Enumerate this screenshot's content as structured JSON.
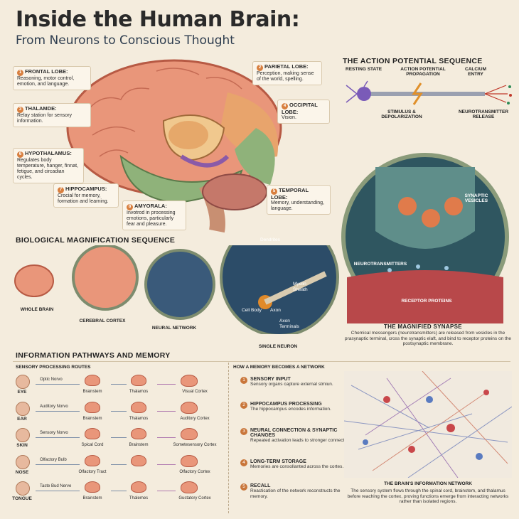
{
  "title": "Inside the Human Brain:",
  "subtitle": "From Neurons to Conscious Thought",
  "brain_labels": {
    "frontal": {
      "num": "1",
      "title": "FRONTAL LOBE:",
      "text": "Reasoning, motor control, emotion, and language."
    },
    "parietal": {
      "num": "2",
      "title": "PARIETAL LOBE:",
      "text": "Perception, making sense of the world, spelling."
    },
    "thalamus": {
      "num": "3",
      "title": "THALAMDE:",
      "text": "Relay station for sensory information."
    },
    "occipital": {
      "num": "4",
      "title": "OCCIPITAL LOBE:",
      "text": "Vision."
    },
    "hypothalamus": {
      "num": "6",
      "title": "HYPOTHALAMUS:",
      "text": "Regulates body temperature, hanger, finnat, fetigue, and circadian cycles."
    },
    "hippocampus": {
      "num": "7",
      "title": "HIPPOCAMPUS:",
      "text": "Crocial for memory, formation and learning."
    },
    "temporal": {
      "num": "5",
      "title": "TEMPORAL LOBE:",
      "text": "Memory, understanding, language."
    },
    "amygdala": {
      "num": "8",
      "title": "AMYORALA:",
      "text": "Invotrod in processing emotions, particularly fear and pleasure."
    }
  },
  "action_potential": {
    "title": "THE ACTION POTENTIAL SEQUENCE",
    "resting": "RESTING STATE",
    "propagation": "ACTION POTENTIAL PROPAGATION",
    "calcium": "CALCIUM ENTRY",
    "stimulus": "STIMULUS & DEPOLARIZATION",
    "release": "NEUROTRANSMITTER RELEASE"
  },
  "magnification": {
    "title": "BIOLOGICAL MAGNIFICATION SEQUENCE",
    "whole_brain": "WHOLE BRAIN",
    "cortex": "CEREBRAL CORTEX",
    "network": "NEURAL NETWORK",
    "neuron": "SINGLE NEURON",
    "dendrites": "Dendrites",
    "myelin": "Myelin Sheath",
    "cell_body": "Cell Body",
    "axon": "Axon",
    "axon_terminals": "Axon Terminals"
  },
  "synapse": {
    "vesicles": "SYNAPTIC VESICLES",
    "neurotransmitters": "NEUROTRANSMITTERS",
    "receptors": "RECEPTOR PROTEINS",
    "title": "THE MAGNIFIED SYNAPSE",
    "text": "Chemical messengers (neurotransmitters) are released from vesicles in the prasynaptic terminal, cross the synaptic elaft, and bind to receptor proteins on the postsynaptic membrane."
  },
  "pathways": {
    "title": "INFORMATION PATHWAYS AND MEMORY",
    "routes_title": "SENSORY PROCESSING ROUTES",
    "routes": [
      {
        "sense": "EYE",
        "nerve": "Optic Norvo",
        "a": "Brainstem",
        "b": "Thalamos",
        "c": "Visual Cortex"
      },
      {
        "sense": "EAR",
        "nerve": "Auditory Norvo",
        "a": "Brainstem",
        "b": "Thalamos",
        "c": "Auditory Cortex"
      },
      {
        "sense": "SKIN",
        "nerve": "Sensory Norvo",
        "a": "Spical Cord",
        "b": "Brainstem",
        "c": "Sometesensory Cortex"
      },
      {
        "sense": "NOSE",
        "nerve": "Olfactory Bulb",
        "a": "Olfactory Tract",
        "b": "",
        "c": "Olfactory Cortex"
      },
      {
        "sense": "TONGUE",
        "nerve": "Taste Bud Nerve",
        "a": "Brainstem",
        "b": "Thalemes",
        "c": "Gustatory Cortex"
      }
    ]
  },
  "memory": {
    "title": "HOW A MEMORY BECOMES A NETWORK",
    "steps": [
      {
        "num": "1",
        "title": "SENSORY INPUT",
        "text": "Sensory organs capture external stmiun."
      },
      {
        "num": "2",
        "title": "HIPPOCAMPUS PROCESSING",
        "text": "The hippocampus encodes information."
      },
      {
        "num": "3",
        "title": "NEURAL CONNECTION & SYNAPTIC CHANGES",
        "text": "Repeated activation leads to stronger connections."
      },
      {
        "num": "4",
        "title": "LONG-TERM STORAGE",
        "text": "Memories are consollanted across the cortes."
      },
      {
        "num": "5",
        "title": "RECALL",
        "text": "Reactication of the network reconstructs the memory."
      }
    ]
  },
  "network": {
    "title": "THE BRAIN'S INFORMATION NETWORK",
    "text": "The sensory system flows through the spinal cord, brainstem, and thalamus before reaching the cortex, proving functions emerge from interacting networks rather than isolated regions."
  }
}
